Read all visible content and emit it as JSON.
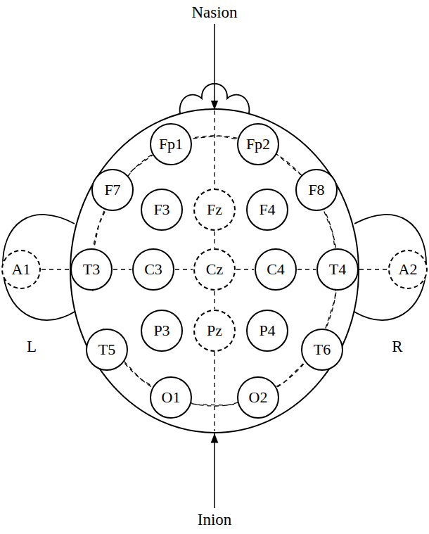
{
  "diagram": {
    "nodes": [
      {
        "text": [
          "Fp1"
        ]
      },
      {
        "text": [
          "Fp2"
        ]
      },
      {
        "text": [
          "F7"
        ]
      },
      {
        "text": [
          "F3"
        ]
      },
      {
        "text": [
          "Fz"
        ]
      },
      {
        "text": [
          "F4"
        ]
      },
      {
        "text": [
          "F8"
        ]
      },
      {
        "text": [
          "A1"
        ]
      },
      {
        "text": [
          "T3"
        ]
      },
      {
        "text": [
          "C3"
        ]
      },
      {
        "text": [
          "Cz"
        ]
      },
      {
        "text": [
          "C4"
        ]
      },
      {
        "text": [
          "T4"
        ]
      },
      {
        "text": [
          "A2"
        ]
      },
      {
        "text": [
          "T5"
        ]
      },
      {
        "text": [
          "P3"
        ]
      },
      {
        "text": [
          "Pz"
        ]
      },
      {
        "text": [
          "P4"
        ]
      },
      {
        "text": [
          "T6"
        ]
      },
      {
        "text": [
          "O1"
        ]
      },
      {
        "text": [
          "O2"
        ]
      }
    ],
    "edges": [
      {
        "from": 0,
        "to": 2,
        "arrow": "none"
      },
      {
        "from": 2,
        "to": 8,
        "arrow": "none"
      },
      {
        "from": 8,
        "to": 14,
        "arrow": "none"
      },
      {
        "from": 14,
        "to": 19,
        "arrow": "none"
      },
      {
        "from": 19,
        "to": 20,
        "arrow": "none"
      },
      {
        "from": 20,
        "to": 18,
        "arrow": "none"
      },
      {
        "from": 18,
        "to": 12,
        "arrow": "none"
      },
      {
        "from": 12,
        "to": 6,
        "arrow": "none"
      },
      {
        "from": 6,
        "to": 1,
        "arrow": "none"
      },
      {
        "from": 1,
        "to": 0,
        "arrow": "none"
      },
      {
        "from": 7,
        "to": 8,
        "arrow": "none"
      },
      {
        "from": 8,
        "to": 9,
        "arrow": "none"
      },
      {
        "from": 9,
        "to": 10,
        "arrow": "none"
      },
      {
        "from": 10,
        "to": 11,
        "arrow": "none"
      },
      {
        "from": 11,
        "to": 12,
        "arrow": "none"
      },
      {
        "from": 12,
        "to": 13,
        "arrow": "none"
      },
      {
        "from": 4,
        "to": 10,
        "arrow": "none"
      },
      {
        "from": 10,
        "to": 16,
        "arrow": "none"
      }
    ],
    "labels": [
      "Nasion",
      "Inion",
      "L",
      "R"
    ]
  }
}
